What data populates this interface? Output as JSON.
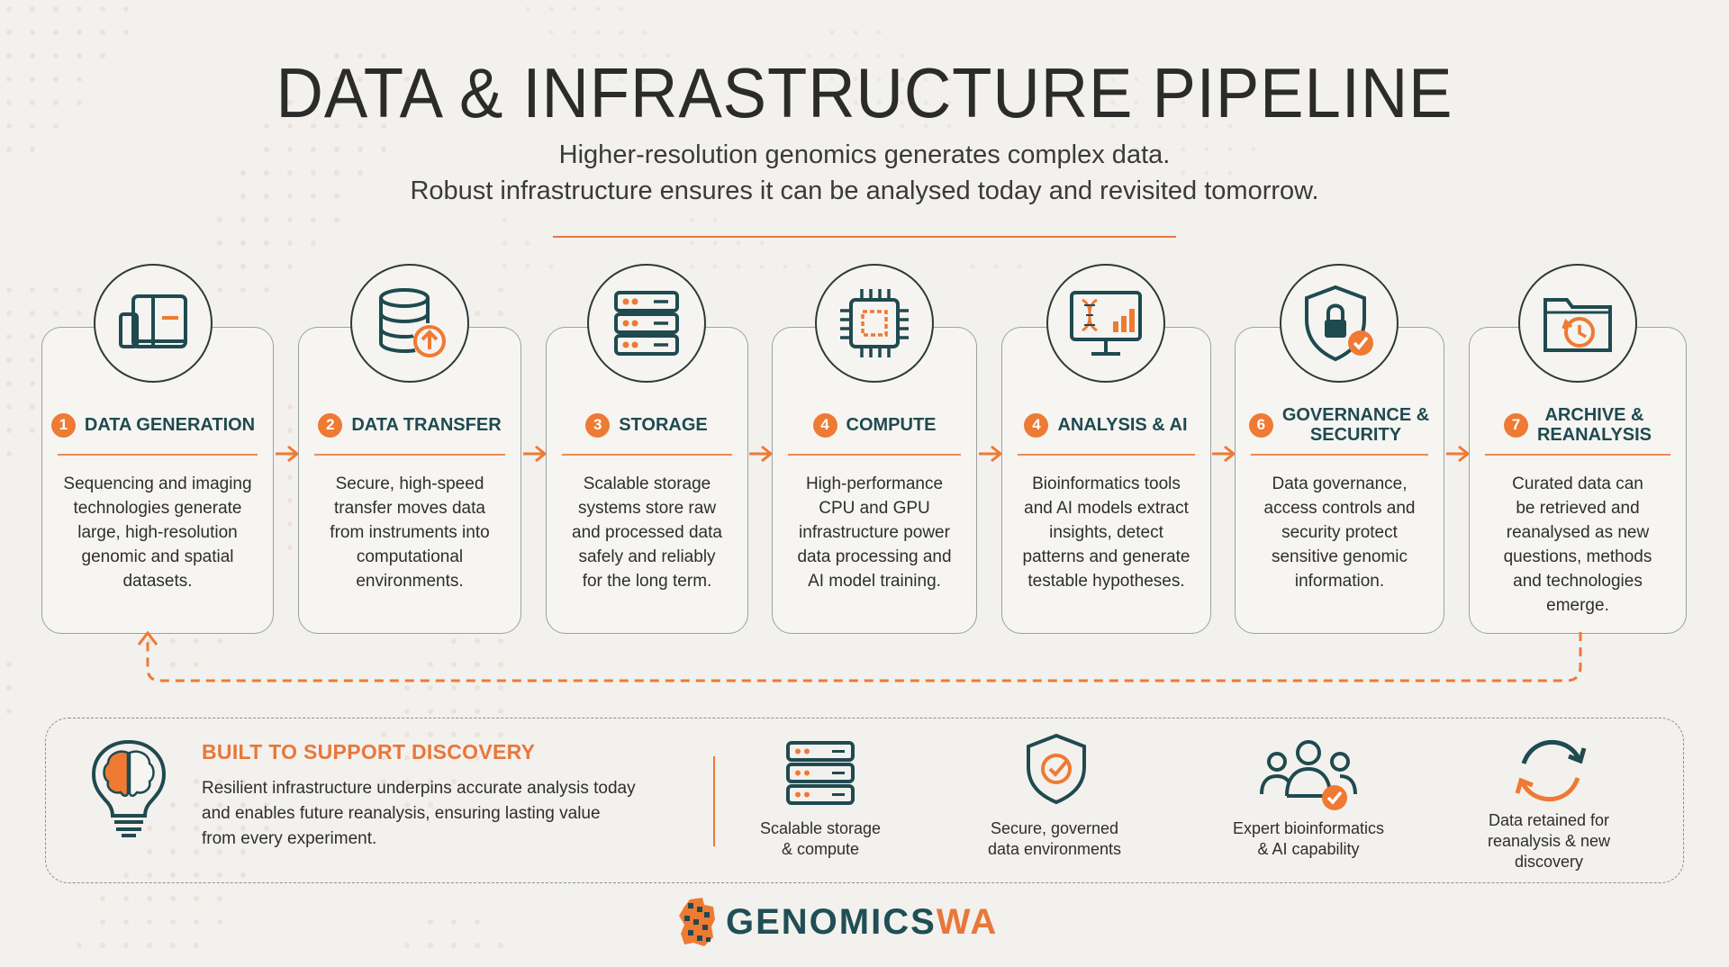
{
  "header": {
    "title": "DATA & INFRASTRUCTURE PIPELINE",
    "subtitle_line1": "Higher-resolution genomics generates complex data.",
    "subtitle_line2": "Robust infrastructure ensures it can be analysed today and revisited tomorrow."
  },
  "steps": [
    {
      "number": "1",
      "title_lines": [
        "DATA GENERATION"
      ],
      "description_lines": [
        "Sequencing and imaging",
        "technologies generate",
        "large, high-resolution",
        "genomic and spatial",
        "datasets."
      ],
      "icon": "sequencer-icon"
    },
    {
      "number": "2",
      "title_lines": [
        "DATA TRANSFER"
      ],
      "description_lines": [
        "Secure, high-speed",
        "transfer moves data",
        "from instruments into",
        "computational",
        "environments."
      ],
      "icon": "database-upload-icon"
    },
    {
      "number": "3",
      "title_lines": [
        "STORAGE"
      ],
      "description_lines": [
        "Scalable storage",
        "systems store raw",
        "and processed data",
        "safely and reliably",
        "for the long term."
      ],
      "icon": "server-rack-icon"
    },
    {
      "number": "4",
      "title_lines": [
        "COMPUTE"
      ],
      "description_lines": [
        "High-performance",
        "CPU and GPU",
        "infrastructure power",
        "data processing and",
        "AI model training."
      ],
      "icon": "cpu-chip-icon"
    },
    {
      "number": "4",
      "title_lines": [
        "ANALYSIS & AI"
      ],
      "description_lines": [
        "Bioinformatics tools",
        "and AI models extract",
        "insights, detect",
        "patterns and generate",
        "testable hypotheses."
      ],
      "icon": "dna-monitor-icon"
    },
    {
      "number": "6",
      "title_lines": [
        "GOVERNANCE &",
        "SECURITY"
      ],
      "description_lines": [
        "Data governance,",
        "access controls and",
        "security protect",
        "sensitive genomic",
        "information."
      ],
      "icon": "shield-lock-icon"
    },
    {
      "number": "7",
      "title_lines": [
        "ARCHIVE &",
        "REANALYSIS"
      ],
      "description_lines": [
        "Curated data can",
        "be retrieved and",
        "reanalysed as new",
        "questions, methods",
        "and technologies",
        "emerge."
      ],
      "icon": "folder-history-icon"
    }
  ],
  "discovery": {
    "title": "BUILT TO SUPPORT DISCOVERY",
    "text_lines": [
      "Resilient infrastructure underpins accurate analysis today",
      "and enables future reanalysis, ensuring lasting value",
      "from every experiment."
    ],
    "icon": "brain-bulb-icon"
  },
  "features": [
    {
      "lines": [
        "Scalable storage",
        "& compute"
      ],
      "icon": "server-rack-icon"
    },
    {
      "lines": [
        "Secure, governed",
        "data environments"
      ],
      "icon": "shield-check-icon"
    },
    {
      "lines": [
        "Expert bioinformatics",
        "& AI capability"
      ],
      "icon": "team-check-icon"
    },
    {
      "lines": [
        "Data retained for",
        "reanalysis & new",
        "discovery"
      ],
      "icon": "refresh-cycle-icon"
    }
  ],
  "brand": {
    "part1": "GENOMICS",
    "part2": "WA"
  },
  "colors": {
    "accent": "#e8773a",
    "teal": "#1f4a4f",
    "background": "#f3f1ee"
  }
}
